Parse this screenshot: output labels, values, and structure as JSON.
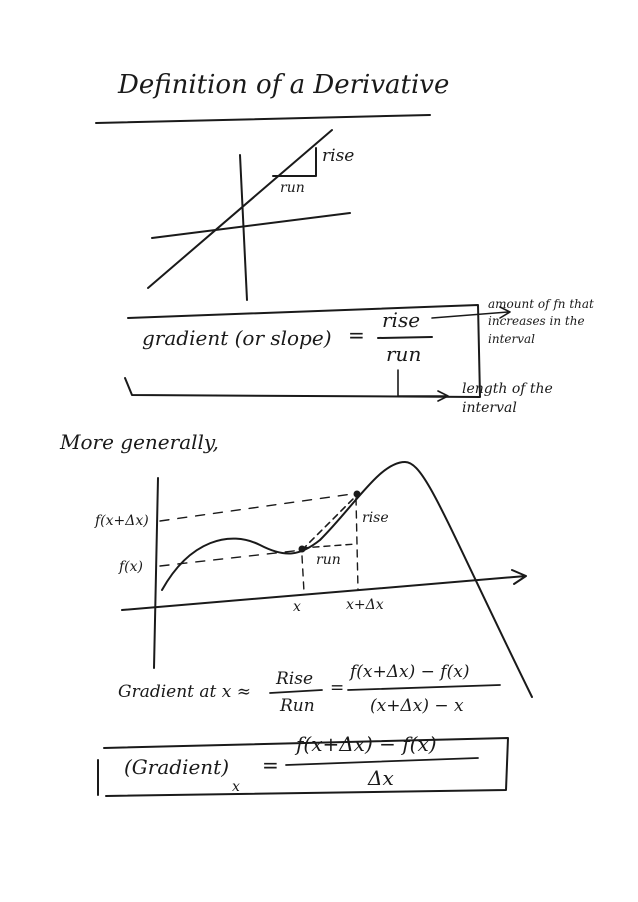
{
  "title": "Definition of a Derivative",
  "top_graph": {
    "rise_label": "rise",
    "run_label": "run"
  },
  "gradient_box": {
    "lhs": "gradient (or slope)",
    "equals": "=",
    "numerator": "rise",
    "denominator": "run"
  },
  "annotations": {
    "rise_note": "amount of fn that increases in the interval",
    "run_note": "length of the interval"
  },
  "more_generally": "More generally,",
  "lower_graph": {
    "y_label_upper": "f(x+Δx)",
    "y_label_lower": "f(x)",
    "rise_label": "rise",
    "run_label": "run",
    "x_label_left": "x",
    "x_label_right": "x+Δx"
  },
  "gradient_at_x": {
    "lhs": "Gradient at x ≈",
    "frac1_num": "Rise",
    "frac1_den": "Run",
    "equals": "=",
    "frac2_num": "f(x+Δx) − f(x)",
    "frac2_den": "(x+Δx) − x"
  },
  "final_formula": {
    "lhs": "(Gradient)",
    "subscript": "x",
    "equals": "=",
    "numerator": "f(x+Δx) − f(x)",
    "denominator": "Δx"
  }
}
